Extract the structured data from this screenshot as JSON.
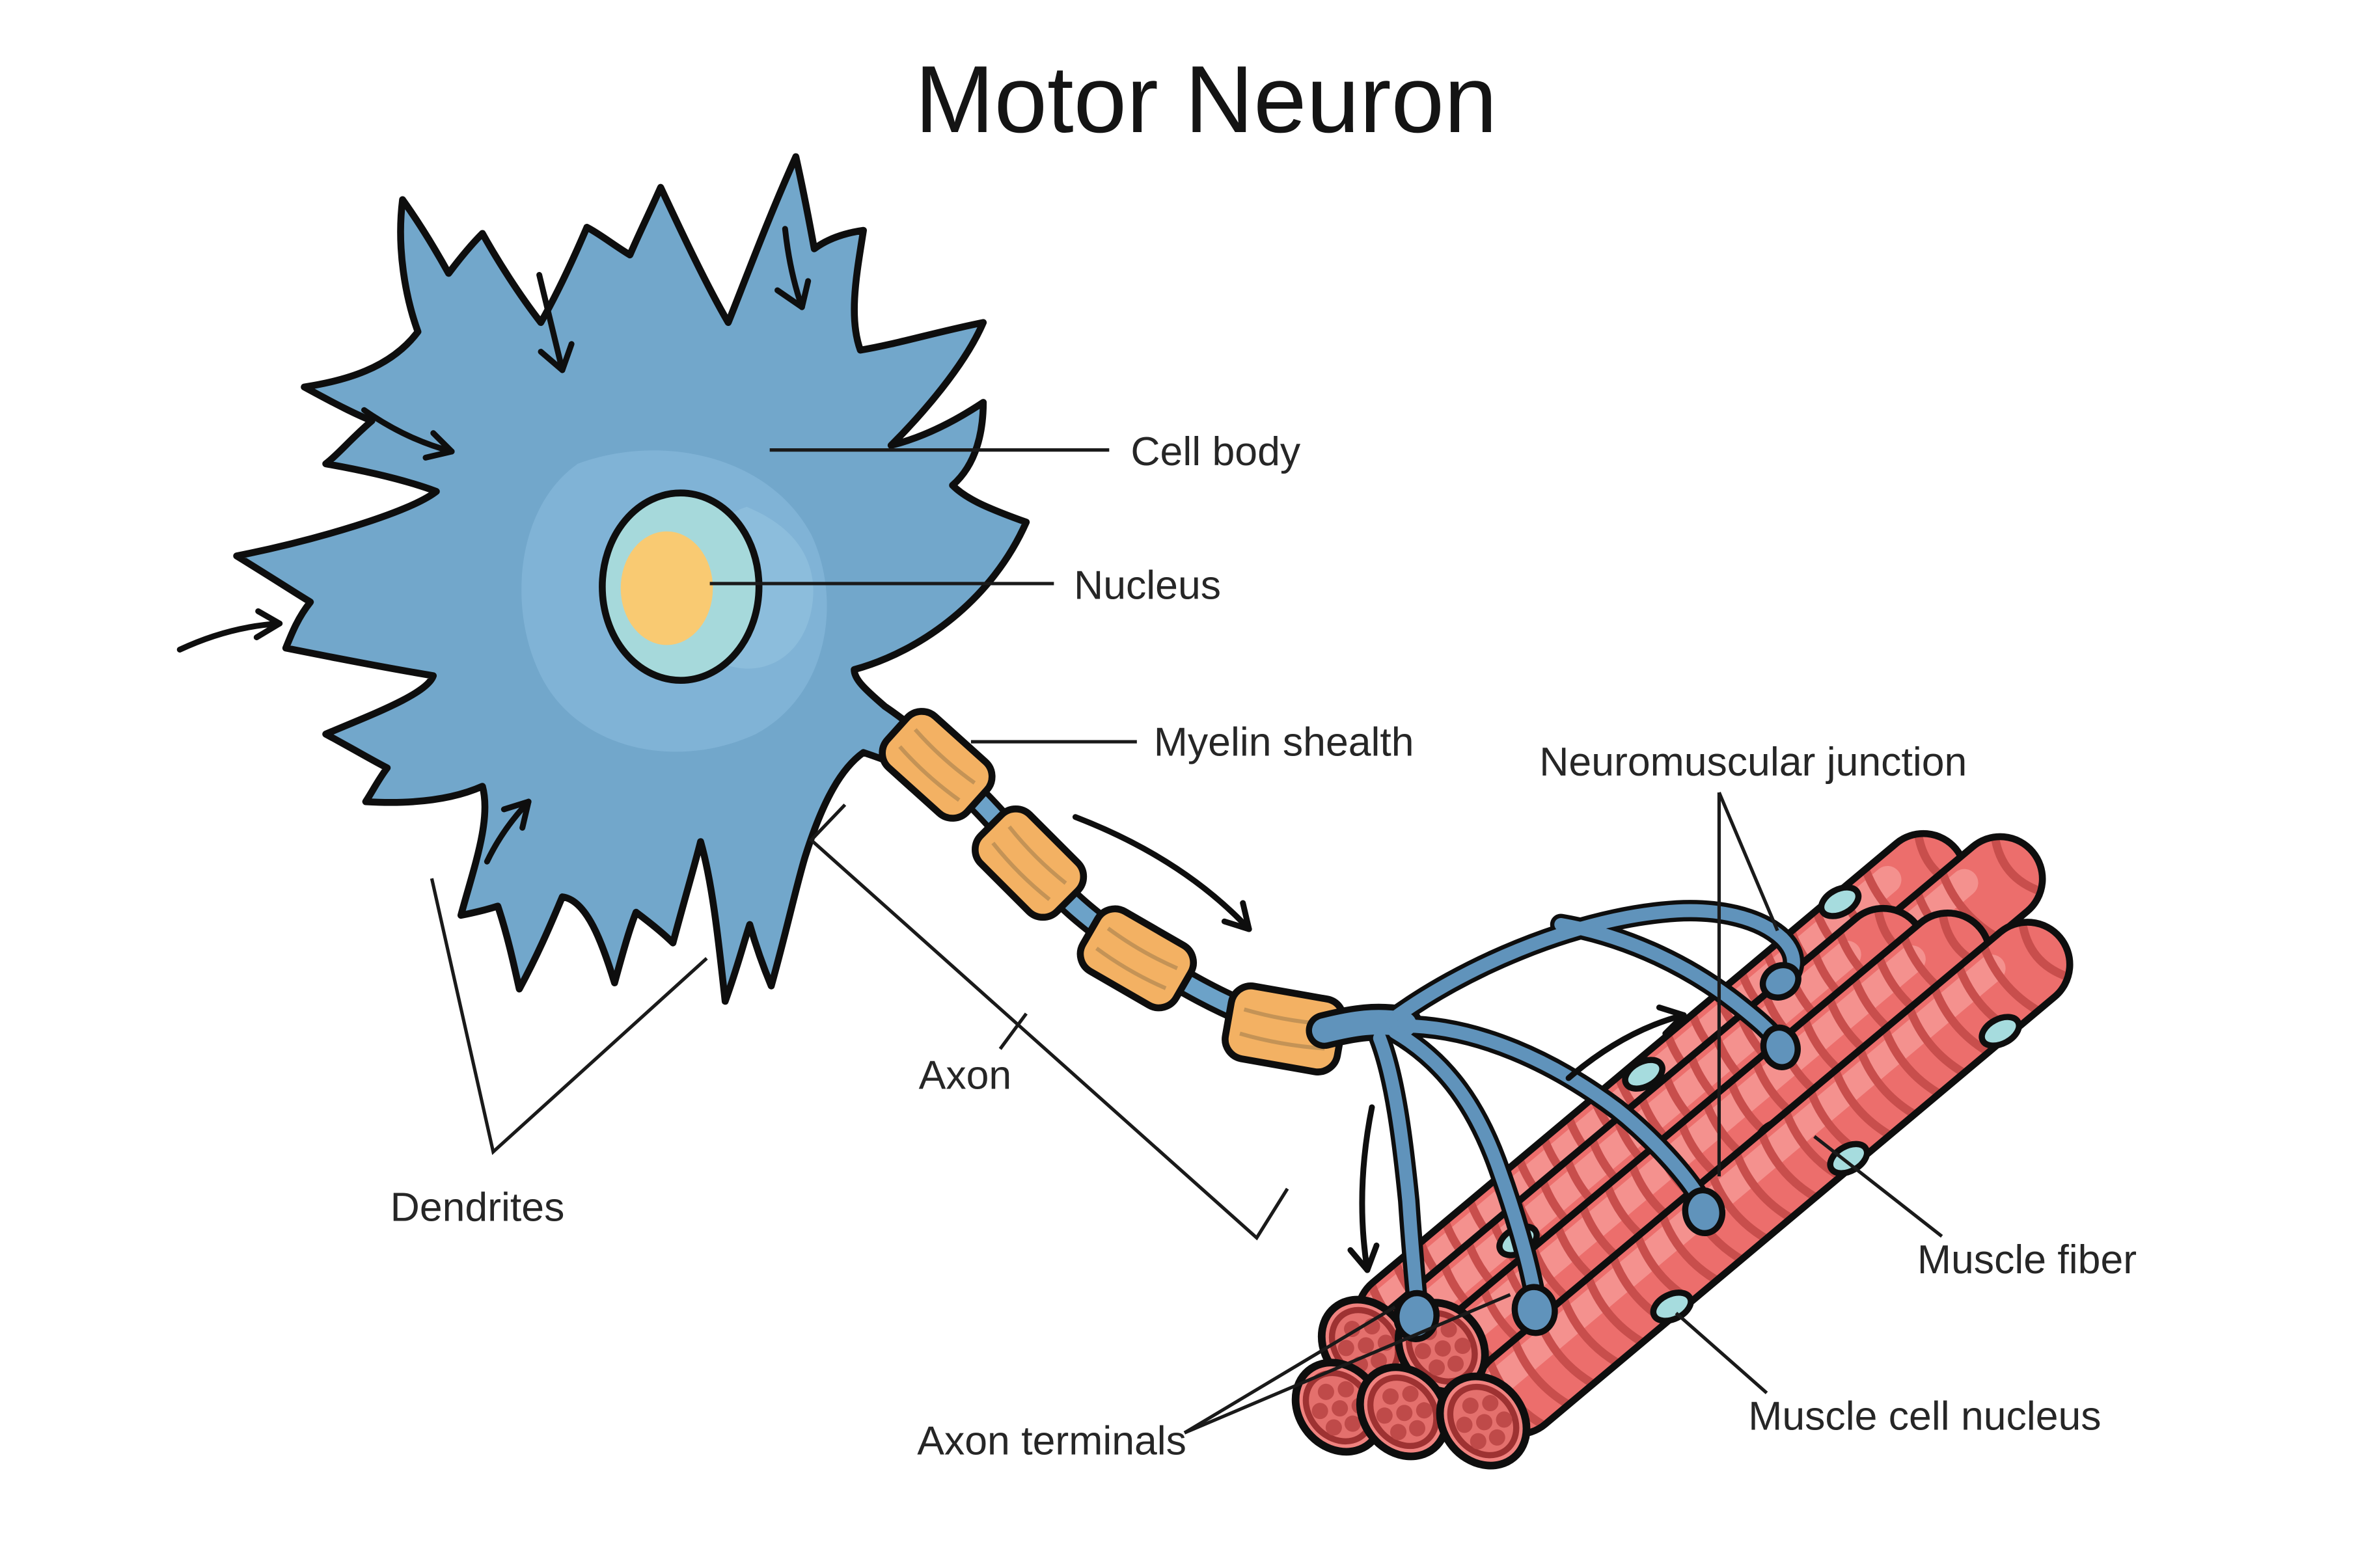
{
  "title": "Motor Neuron",
  "labels": {
    "cell_body": "Cell body",
    "nucleus": "Nucleus",
    "myelin_sheath": "Myelin shealth",
    "neuromuscular_junction": "Neuromuscular junction",
    "axon": "Axon",
    "dendrites": "Dendrites",
    "axon_terminals": "Axon terminals",
    "muscle_fiber": "Muscle fiber",
    "muscle_cell_nucleus": "Muscle cell nucleus"
  },
  "colors": {
    "outline": "#0e0e0e",
    "line": "#1a1a1a",
    "text": "#262626",
    "title": "#141414",
    "soma_blue": "#72a7cb",
    "soma_light": "#80b3d6",
    "soma_lighter": "#8cbddc",
    "axon_blue": "#6ca2c8",
    "terminal_blue": "#6093bb",
    "nucleus_teal": "#a6d9db",
    "nucleolus_orange": "#f9ca72",
    "myelin_orange": "#f3b163",
    "myelin_stripe": "#bf9054",
    "muscle_base": "#ec6e6c",
    "muscle_highlight": "#f4918e",
    "muscle_band": "#c84e4c",
    "cs_ring": "#f0827f",
    "cs_inner": "#e4706d",
    "cs_ring_line": "#9e3232",
    "cs_dot": "#bf4a49",
    "fiber_nucleus": "#a6dcde"
  }
}
